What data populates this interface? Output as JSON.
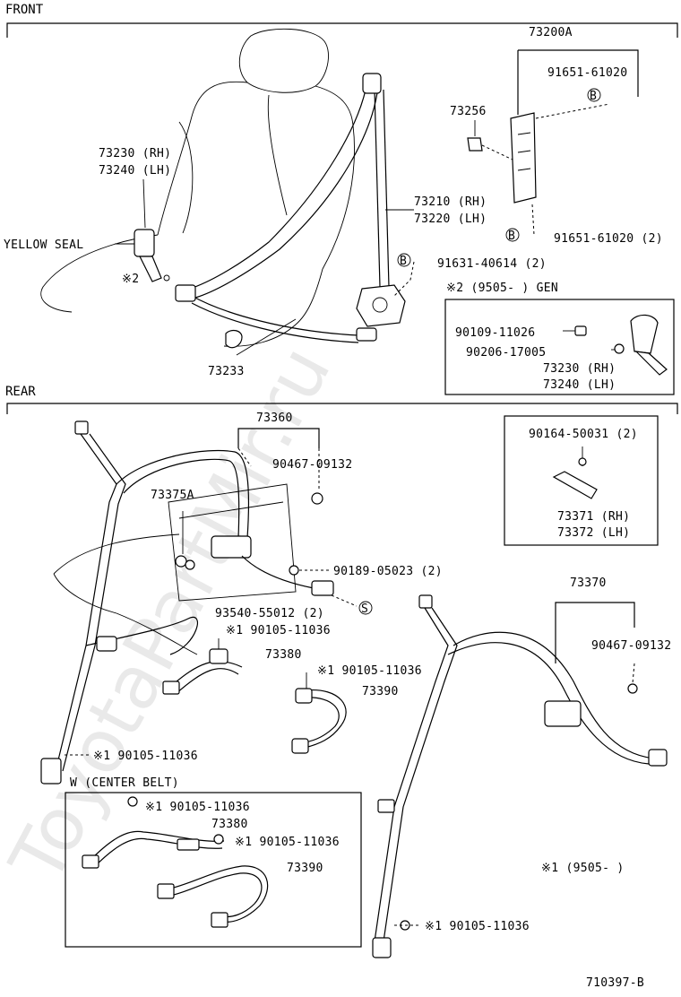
{
  "sections": {
    "front": "FRONT",
    "rear": "REAR"
  },
  "front": {
    "label_73200a": "73200A",
    "label_91651_top": "91651-61020",
    "label_73256": "73256",
    "label_73230_rh": "73230 (RH)",
    "label_73240_lh": "73240 (LH)",
    "label_73210_rh": "73210 (RH)",
    "label_73220_lh": "73220 (LH)",
    "label_yellow_seal": "YELLOW SEAL",
    "label_91651_bottom": "91651-61020 (2)",
    "label_91631": "91631-40614 (2)",
    "label_note2": "※2",
    "label_73233": "73233",
    "marker_b": "B"
  },
  "gen_box": {
    "title": "※2 (9505-     ) GEN",
    "label_90109": "90109-11026",
    "label_90206": "90206-17005",
    "label_73230_rh": "73230 (RH)",
    "label_73240_lh": "73240 (LH)"
  },
  "rear": {
    "label_73360": "73360",
    "label_90467_left": "90467-09132",
    "label_73375a": "73375A",
    "label_90189": "90189-05023 (2)",
    "label_93540": "93540-55012 (2)",
    "label_90105_a": "※1 90105-11036",
    "label_73380": "73380",
    "label_90105_b": "※1 90105-11036",
    "label_73390": "73390",
    "label_90105_c": "※1 90105-11036",
    "label_73370": "73370",
    "label_90467_right": "90467-09132",
    "label_90105_d": "※1 90105-11036",
    "label_note1": "※1 (9505-     )",
    "marker_s": "S"
  },
  "box_73371": {
    "label_90164": "90164-50031 (2)",
    "label_73371": "73371 (RH)",
    "label_73372": "73372 (LH)"
  },
  "center_box": {
    "title": "W (CENTER BELT)",
    "label_90105_top": "※1 90105-11036",
    "label_73380": "73380",
    "label_90105_mid": "※1 90105-11036",
    "label_73390": "73390"
  },
  "figure_code": "710397-B",
  "watermark": "ToyotaPartMir.ru"
}
